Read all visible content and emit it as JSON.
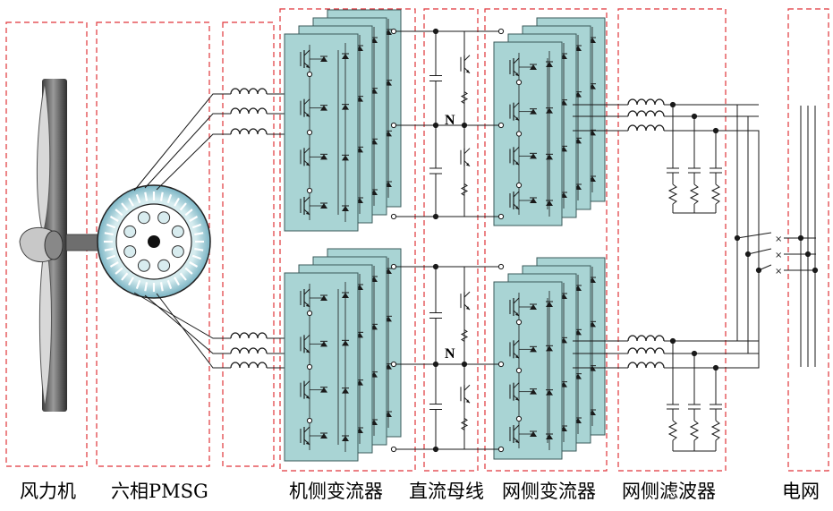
{
  "labels": {
    "wind_turbine": "风力机",
    "generator": "六相PMSG",
    "machine_side_converter": "机侧变流器",
    "dc_bus": "直流母线",
    "grid_side_converter": "网侧变流器",
    "grid_side_filter": "网侧滤波器",
    "grid": "电网"
  },
  "neutral_point_label": "N",
  "colors": {
    "module_fill": "#a9d4d4",
    "module_stroke": "#3a5a5a",
    "dashed_box": "#e0353a",
    "wire": "#1a1a1a"
  }
}
